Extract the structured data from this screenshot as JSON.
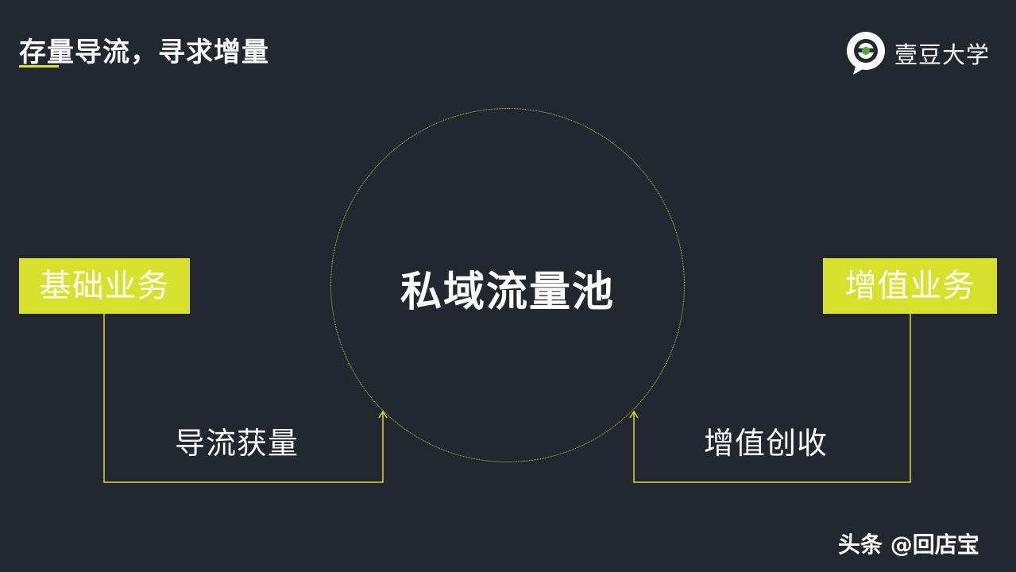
{
  "header": {
    "title": "存量导流，寻求增量",
    "logo_text": "壹豆大学",
    "logo_icon": "e-speech-bubble-icon"
  },
  "diagram": {
    "center_label": "私域流量池",
    "left_box": "基础业务",
    "right_box": "增值业务",
    "left_flow_label": "导流获量",
    "right_flow_label": "增值创收"
  },
  "watermark": "头条 @回店宝",
  "colors": {
    "background": "#23272f",
    "accent": "#d7e02a",
    "text": "#ffffff"
  }
}
